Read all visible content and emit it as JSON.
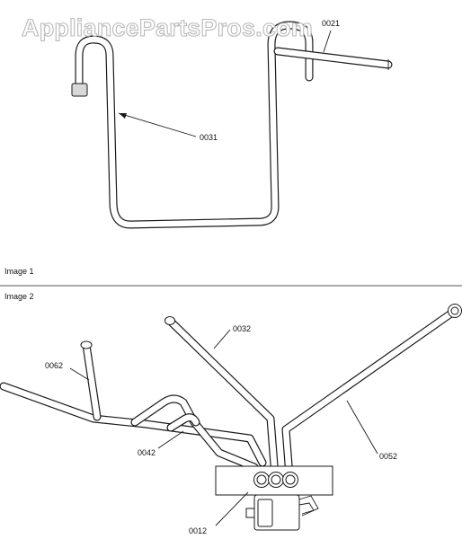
{
  "watermark": "AppliancePartsPros.com",
  "sections": {
    "image1": "Image 1",
    "image2": "Image 2"
  },
  "callouts": {
    "c0021": "0021",
    "c0031": "0031",
    "c0032": "0032",
    "c0062": "0062",
    "c0042": "0042",
    "c0052": "0052",
    "c0012": "0012"
  },
  "colors": {
    "line": "#1a1a1a",
    "watermark": "#b9b9b9"
  }
}
